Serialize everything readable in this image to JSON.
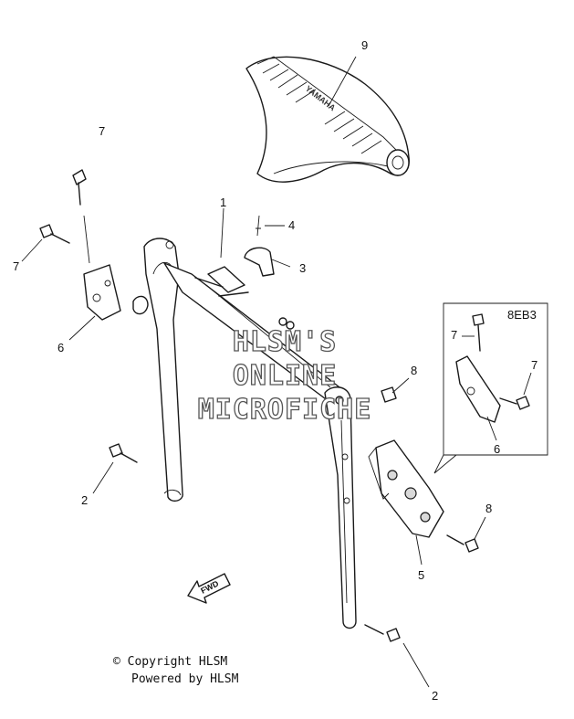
{
  "callouts": {
    "c1": "1",
    "c2a": "2",
    "c2b": "2",
    "c3": "3",
    "c4": "4",
    "c5": "5",
    "c6a": "6",
    "c6b": "6",
    "c7a": "7",
    "c7b": "7",
    "c7c": "7",
    "c7d": "7",
    "c8a": "8",
    "c8b": "8",
    "c9": "9"
  },
  "inset": {
    "code": "8EB3"
  },
  "seat": {
    "brand": "YAMAHA"
  },
  "fwd": {
    "label": "FWD"
  },
  "watermark": {
    "line1": "HLSM'S",
    "line2": "ONLINE",
    "line3": "MICROFICHE"
  },
  "footer": {
    "copyright": "© Copyright HLSM",
    "powered": "Powered by HLSM"
  }
}
